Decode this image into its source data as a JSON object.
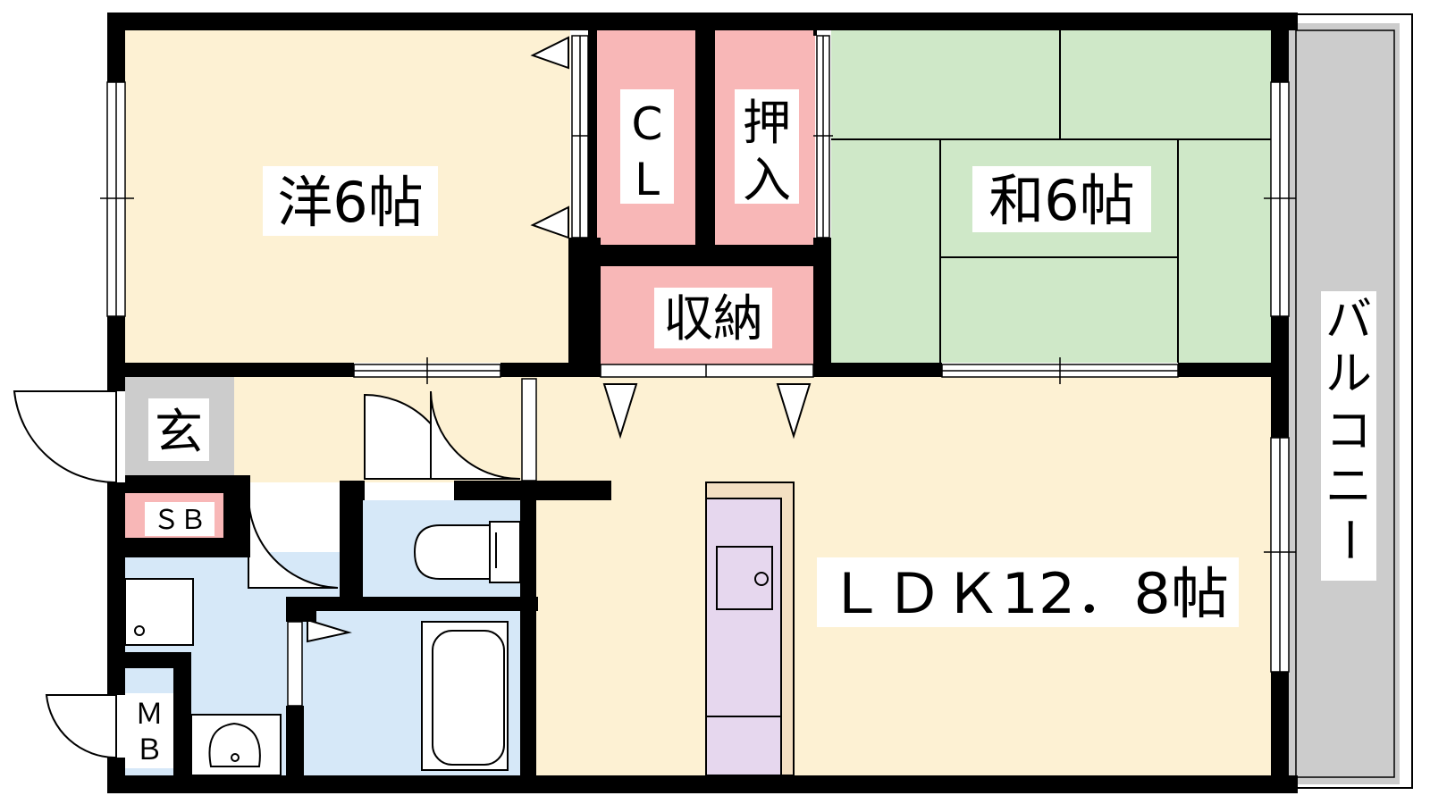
{
  "rooms": {
    "western": "洋6帖",
    "closet_c": "C",
    "closet_l": "L",
    "oshi": "押",
    "ire": "入",
    "storage": "収納",
    "japanese": "和6帖",
    "entrance": "玄",
    "shoe_box": "ＳＢ",
    "mb_m": "Ｍ",
    "mb_b": "Ｂ",
    "ldk": "ＬＤＫ12．8帖",
    "balcony": [
      "バ",
      "ル",
      "コ",
      "ニ",
      "ー"
    ]
  },
  "colors": {
    "wall": "#000000",
    "western_floor": "#fdf1d3",
    "closet": "#f8b7b7",
    "tatami": "#cfe8c8",
    "wet_area": "#d6e8f8",
    "kitchen": "#e6d7ee",
    "counter": "#f3dfc2",
    "balcony": "#cccccc"
  }
}
